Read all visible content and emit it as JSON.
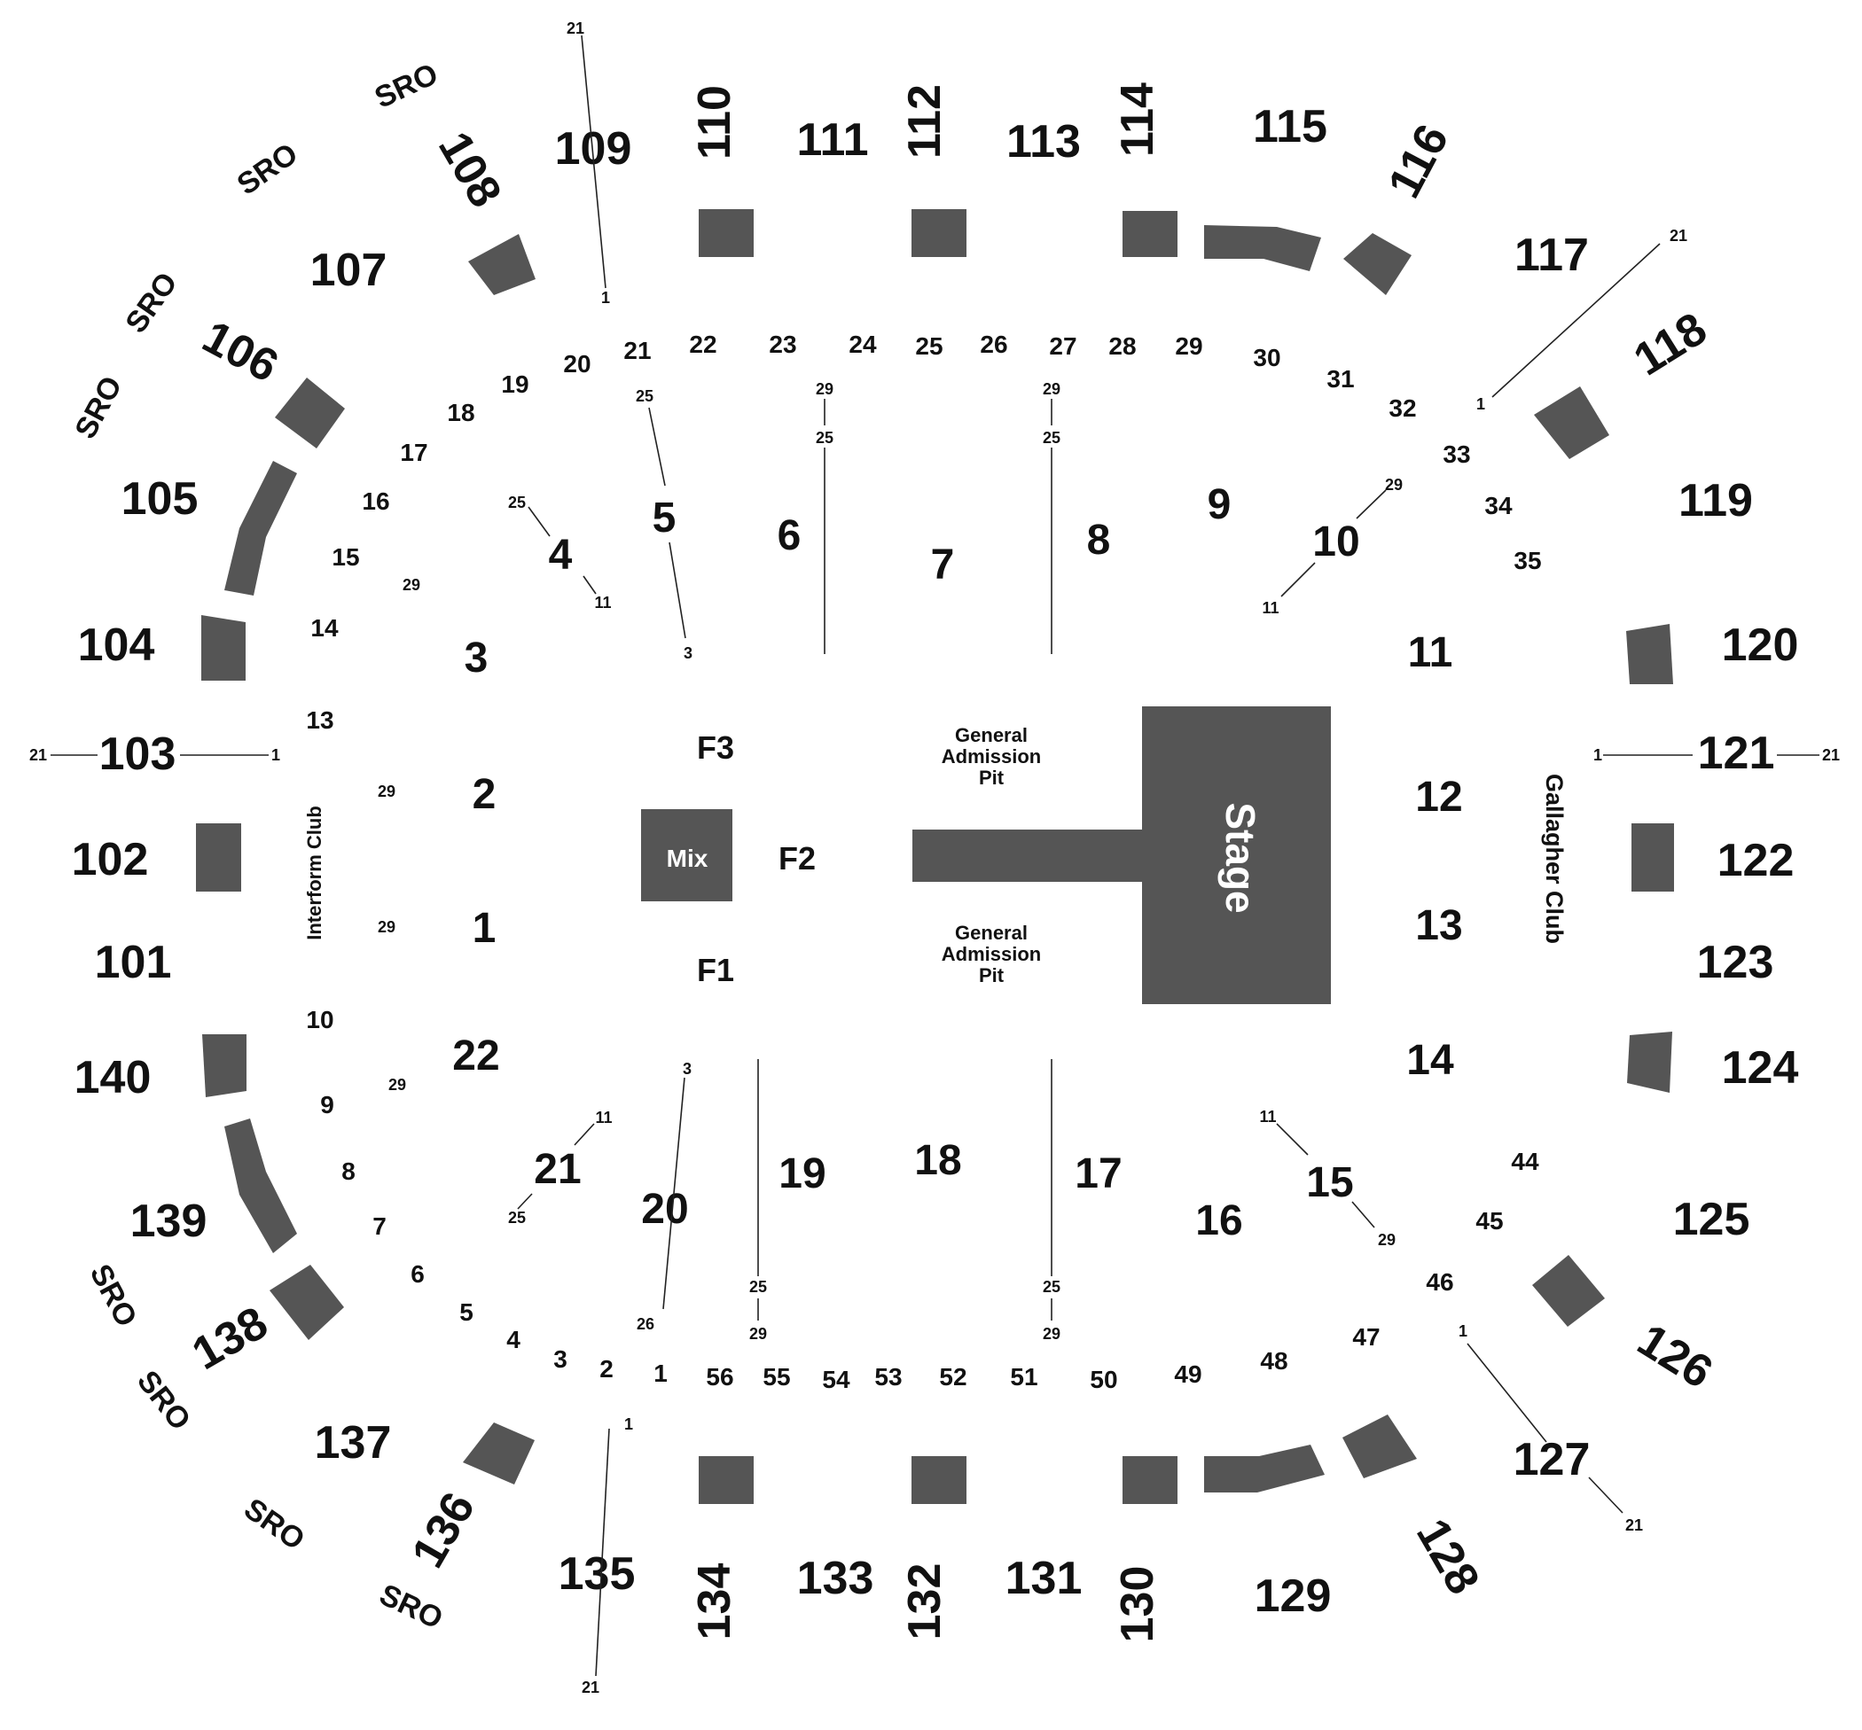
{
  "colors": {
    "block": "#555555",
    "text": "#111111",
    "background": "#ffffff"
  },
  "stage": {
    "label": "Stage"
  },
  "mix": {
    "label": "Mix"
  },
  "clubs": {
    "left": "Interform Club",
    "right": "Gallagher Club"
  },
  "ga_pit": {
    "upper": [
      "General",
      "Admission",
      "Pit"
    ],
    "lower": [
      "General",
      "Admission",
      "Pit"
    ]
  },
  "floor_sections": [
    "F1",
    "F2",
    "F3"
  ],
  "sro_label": "SRO",
  "upper_sections": [
    "101",
    "102",
    "103",
    "104",
    "105",
    "106",
    "107",
    "108",
    "109",
    "110",
    "111",
    "112",
    "113",
    "114",
    "115",
    "116",
    "117",
    "118",
    "119",
    "120",
    "121",
    "122",
    "123",
    "124",
    "125",
    "126",
    "127",
    "128",
    "129",
    "130",
    "131",
    "132",
    "133",
    "134",
    "135",
    "136",
    "137",
    "138",
    "139",
    "140"
  ],
  "lower_sections": [
    "1",
    "2",
    "3",
    "4",
    "5",
    "6",
    "7",
    "8",
    "9",
    "10",
    "11",
    "12",
    "13",
    "14",
    "15",
    "16",
    "17",
    "18",
    "19",
    "20",
    "21",
    "22"
  ],
  "row_labels_top": [
    "9",
    "10",
    "13",
    "14",
    "15",
    "16",
    "17",
    "18",
    "19",
    "20",
    "21",
    "22",
    "23",
    "24",
    "25",
    "26",
    "27",
    "28",
    "29",
    "30",
    "31",
    "32",
    "33",
    "34",
    "35"
  ],
  "row_labels_bottom": [
    "8",
    "7",
    "6",
    "5",
    "4",
    "3",
    "2",
    "1",
    "56",
    "55",
    "54",
    "53",
    "52",
    "51",
    "50",
    "49",
    "48",
    "47",
    "46",
    "45",
    "44"
  ],
  "seat_markers": [
    "1",
    "3",
    "11",
    "21",
    "25",
    "26",
    "29"
  ]
}
